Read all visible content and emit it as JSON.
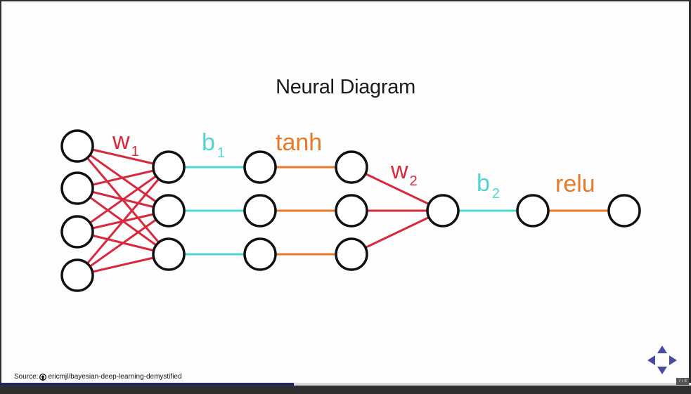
{
  "slide": {
    "title": "Neural Diagram",
    "source_prefix": "Source:",
    "source_text": "ericmjl/bayesian-deep-learning-demystified",
    "source_icon": "github-icon",
    "progress": 0.425,
    "slide_number": "7 / 8"
  },
  "diagram": {
    "labels": {
      "w1": {
        "base": "w",
        "sub": "1"
      },
      "b1": {
        "base": "b",
        "sub": "1"
      },
      "act1": "tanh",
      "w2": {
        "base": "w",
        "sub": "2"
      },
      "b2": {
        "base": "b",
        "sub": "2"
      },
      "act2": "relu"
    },
    "colors": {
      "weights": "#d8283e",
      "bias": "#4fd6d0",
      "activation": "#e8792a",
      "node_stroke": "#111111",
      "node_fill": "#ffffff"
    },
    "layers": [
      {
        "id": "input",
        "nodes": 4
      },
      {
        "id": "hidden_w1",
        "nodes": 3
      },
      {
        "id": "hidden_b1",
        "nodes": 3
      },
      {
        "id": "hidden_tanh",
        "nodes": 3
      },
      {
        "id": "w2_out",
        "nodes": 1
      },
      {
        "id": "b2_out",
        "nodes": 1
      },
      {
        "id": "relu_out",
        "nodes": 1
      }
    ]
  },
  "controls": {
    "nav_icons": [
      "arrow-up-icon",
      "arrow-down-icon",
      "arrow-left-icon",
      "arrow-right-icon"
    ]
  }
}
